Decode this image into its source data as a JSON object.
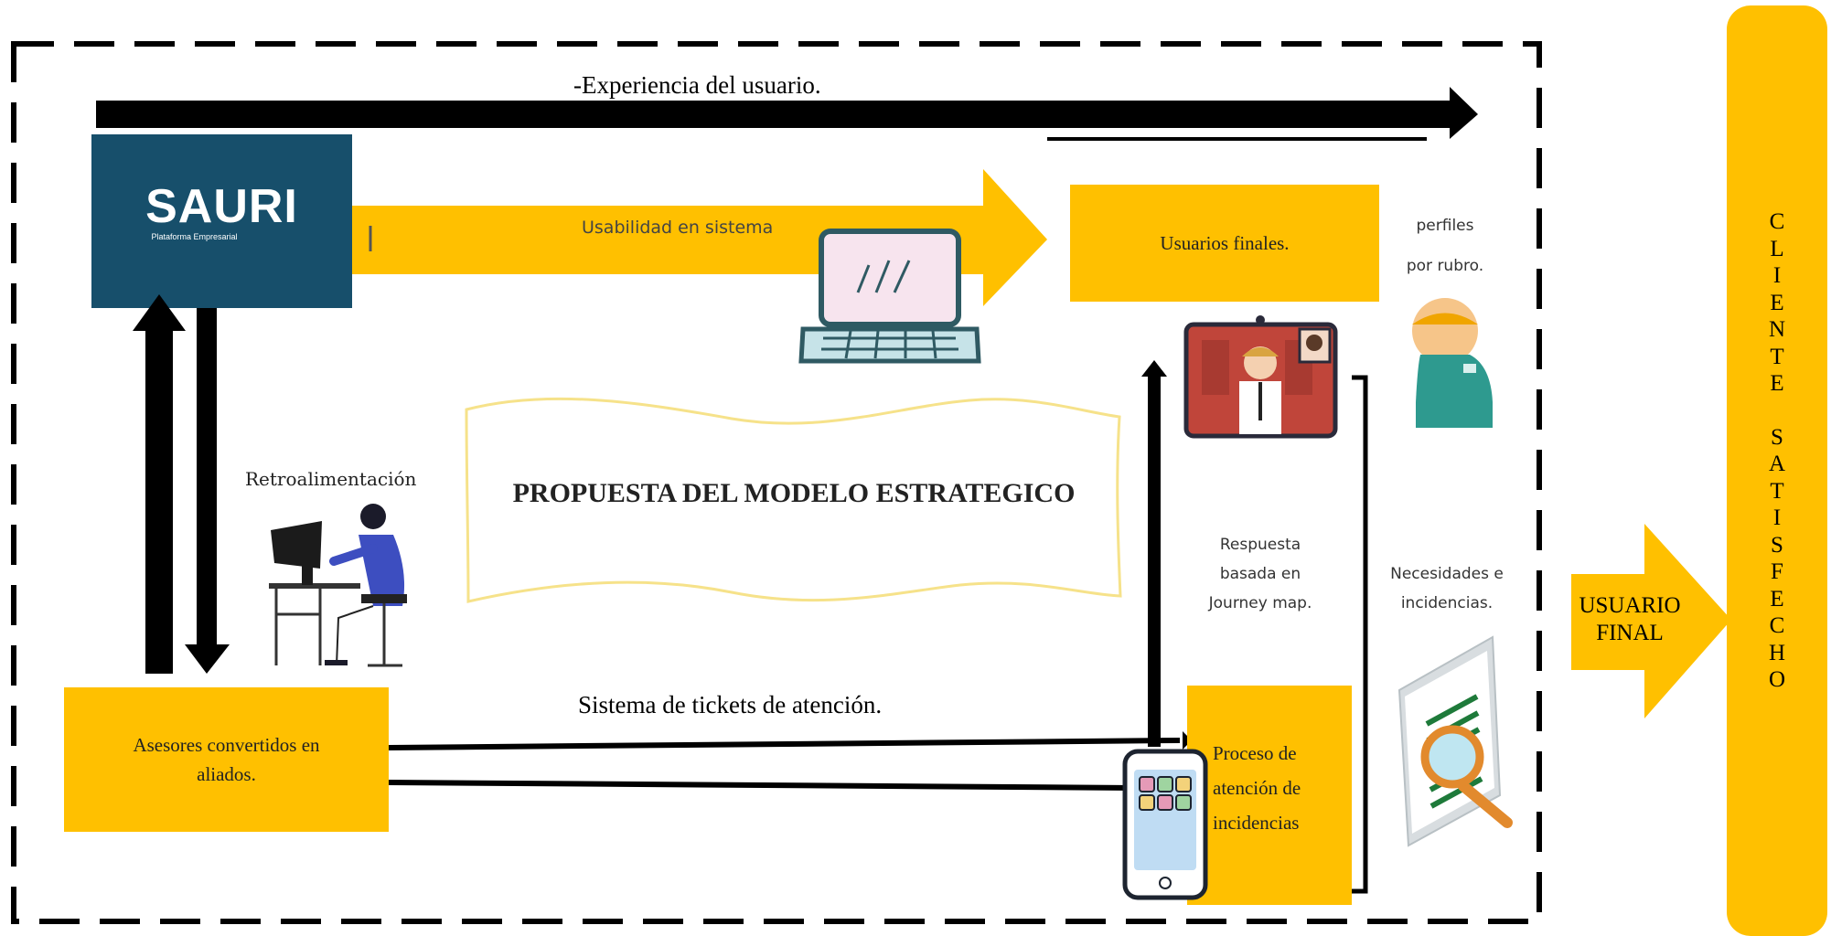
{
  "colors": {
    "accent_yellow": "#ffc000",
    "sauri_blue": "#174f6b",
    "black": "#000000",
    "white": "#ffffff"
  },
  "top_arrow_label": "-Experiencia del usuario.",
  "sauri": {
    "logo_text": "SAURI",
    "logo_subtext": "Plataforma Empresarial"
  },
  "usability_label": "Usabilidad en sistema",
  "usuarios_finales": "Usuarios finales.",
  "perfiles_label": {
    "line1": "perfiles",
    "line2": "por rubro."
  },
  "retroalimentacion": "Retroalimentación",
  "banner_title": "PROPUESTA DEL MODELO ESTRATEGICO",
  "respuesta_label": {
    "line1": "Respuesta",
    "line2": "basada en",
    "line3": "Journey map."
  },
  "necesidades_label": {
    "line1": "Necesidades e",
    "line2": "incidencias."
  },
  "tickets_label": "Sistema de tickets de atención.",
  "asesores_box": {
    "line1": "Asesores convertidos en",
    "line2": "aliados."
  },
  "proceso_box": {
    "line1": "Proceso de",
    "line2": "atención de",
    "line3": "incidencias"
  },
  "usuario_final_arrow": {
    "line1": "USUARIO",
    "line2": "FINAL"
  },
  "cliente_satisfecho": {
    "word1": [
      "C",
      "L",
      "I",
      "E",
      "N",
      "T",
      "E"
    ],
    "word2": [
      "S",
      "A",
      "T",
      "I",
      "S",
      "F",
      "E",
      "C",
      "H",
      "O"
    ]
  },
  "icons": [
    "laptop-icon",
    "video-call-icon",
    "worker-icon",
    "person-at-computer-icon",
    "smartphone-icon",
    "document-magnifier-icon"
  ]
}
